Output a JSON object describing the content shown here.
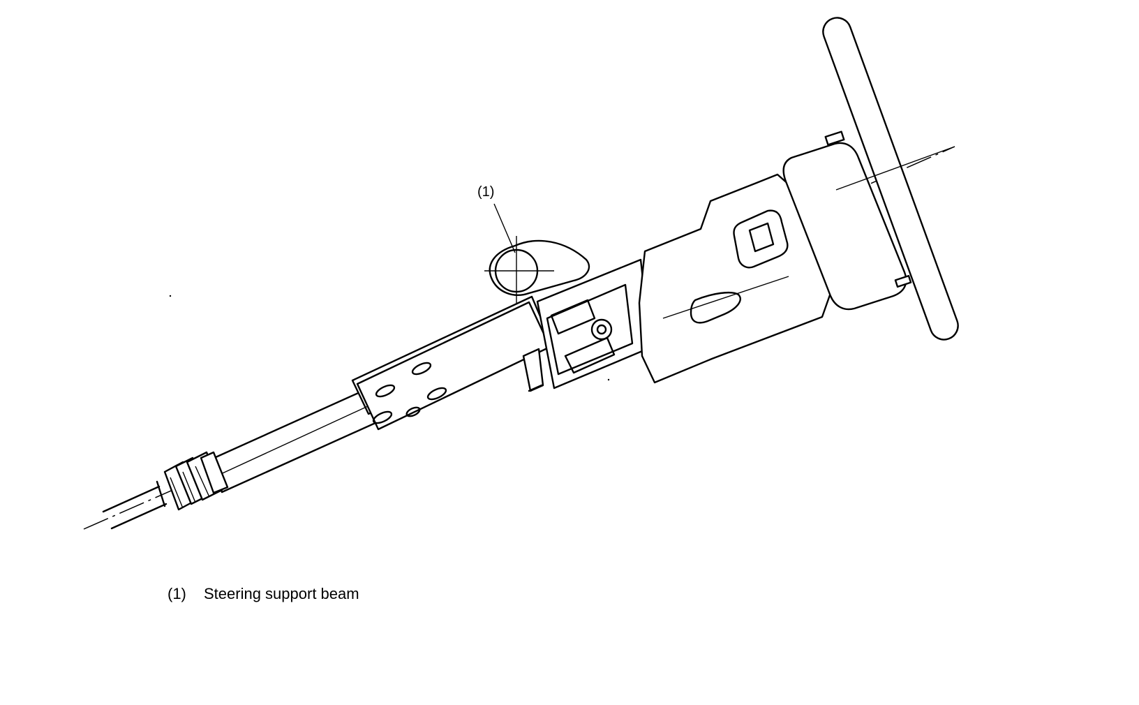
{
  "callout": {
    "number": "(1)"
  },
  "legend": [
    {
      "number": "(1)",
      "label": "Steering support beam"
    }
  ],
  "colors": {
    "ink": "#000000",
    "background": "#ffffff"
  }
}
